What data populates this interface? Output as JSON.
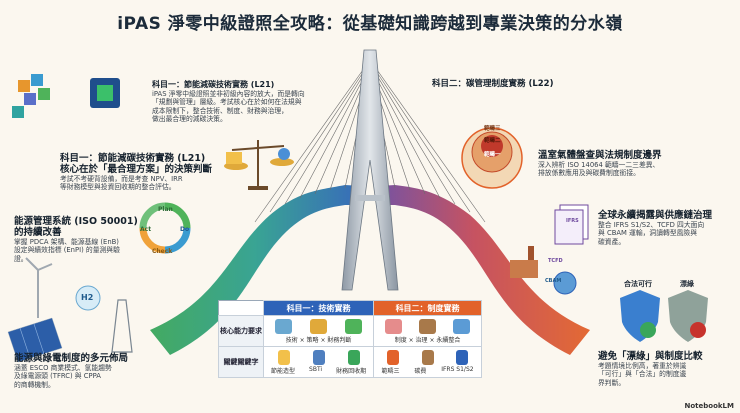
{
  "title": "iPAS 淨零中級證照全攻略：從基礎知識跨越到專業決策的分水嶺",
  "left": {
    "s1": {
      "heading": "科目一：節能減碳技術實務 (L21)",
      "body": [
        "iPAS 淨零中級證照並非初級內容的放大，而是轉向",
        "「規劃與管理」層級。考試核心在於如何在法規與",
        "成本限制下，整合技術、制度、財務與治理，",
        "做出最合理的減碳決策。"
      ]
    },
    "s2": {
      "heading": "科目一：節能減碳技術實務 (L21)",
      "sub": "核心在於「最合理方案」的決策判斷",
      "body": [
        "考試不考硬背設備，而是考查 NPV、IRR",
        "等財務模型與投資回收期的整合評估。"
      ]
    },
    "s3": {
      "heading": "能源管理系統 (ISO 50001)",
      "sub": "的持續改善",
      "body": [
        "掌握 PDCA 架構、能源基線 (EnB)",
        "設定與績效指標 (EnPI) 的量測與驗",
        "證。"
      ],
      "cycle": [
        "Plan",
        "Do",
        "Check",
        "Act"
      ]
    },
    "s4": {
      "heading": "能源與綠電制度的多元佈局",
      "body": [
        "涵蓋 ESCO 商業模式、氫能趨勢",
        "及綠電源頭 (TFRC) 與 CPPA",
        "的商轉機制。"
      ],
      "h2_label": "H2"
    }
  },
  "right": {
    "s1": {
      "heading": "科目二：碳管理制度實務 (L22)"
    },
    "s2": {
      "heading": "溫室氣體盤查與法規制度邊界",
      "body": [
        "深入辨析 ISO 14064 範疇一二三差異、",
        "排放係數應用及與碳費制度銜接。"
      ],
      "scopes": [
        "範疇一",
        "範疇二",
        "範疇三"
      ]
    },
    "s3": {
      "heading": "全球永續揭露與供應鏈治理",
      "body": [
        "整合 IFRS S1/S2、TCFD 四大面向",
        "與 CBAM 運輸，洞讀轉型風險與",
        "碳資產。"
      ],
      "badges": [
        "IFRS",
        "TCFD",
        "CBAM"
      ]
    },
    "s4": {
      "heading": "避免「漂綠」與制度比較",
      "body": [
        "考題情境比例高，著重於辨識",
        "「可行」與「合法」的制度邊",
        "界判斷。"
      ],
      "shield_ok": "合法可行",
      "shield_bad": "漂綠"
    }
  },
  "table": {
    "col1": "科目一：技術實務",
    "col2": "科目二：制度實務",
    "row1_head": "核心能力要求",
    "row1_col1": "技術 × 策略 × 財務判斷",
    "row1_col2": "制度 × 治理 × 永續整合",
    "row2_head": "關鍵關鍵字",
    "row2_col1": [
      "節能造型",
      "SBTi",
      "財務回收期"
    ],
    "row2_col2": [
      "範疇三",
      "碳費",
      "IFRS S1/S2"
    ]
  },
  "brand": "NotebookLM",
  "colors": {
    "green": "#3aa65a",
    "blue": "#2e63b8",
    "teal": "#26a6a8",
    "purple": "#6f4a9e",
    "orange": "#e2622a",
    "red": "#c7332c"
  }
}
